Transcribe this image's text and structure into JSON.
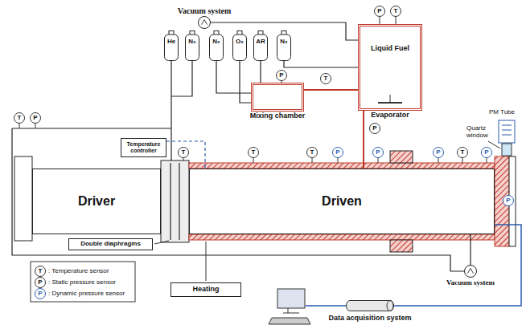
{
  "diagram": {
    "nodes": [
      {
        "text": [
          "Vacuum system"
        ]
      },
      {
        "text": [
          "He"
        ]
      },
      {
        "text": [
          "N₂"
        ]
      },
      {
        "text": [
          "N₂"
        ]
      },
      {
        "text": [
          "O₂"
        ]
      },
      {
        "text": [
          "AR"
        ]
      },
      {
        "text": [
          "N₂"
        ]
      },
      {
        "text": [
          "Mixing chamber"
        ]
      },
      {
        "text": [
          "Liquid Fuel",
          "Evaporator"
        ]
      },
      {
        "text": [
          "Temperature controller"
        ]
      },
      {
        "text": [
          "Driver"
        ]
      },
      {
        "text": [
          "Driven"
        ]
      },
      {
        "text": [
          "Double diaphragms"
        ]
      },
      {
        "text": [
          "Heating"
        ]
      },
      {
        "text": [
          "Data acquisition system"
        ]
      },
      {
        "text": [
          "Vacuum system"
        ]
      }
    ],
    "edges": [
      {
        "from": 0,
        "to": 8,
        "arrow": "none"
      },
      {
        "from": 3,
        "to": 7,
        "arrow": "none"
      },
      {
        "from": 4,
        "to": 7,
        "arrow": "none"
      },
      {
        "from": 5,
        "to": 7,
        "arrow": "none"
      },
      {
        "from": 6,
        "to": 8,
        "arrow": "none"
      },
      {
        "from": 7,
        "to": 8,
        "arrow": "none"
      },
      {
        "from": 8,
        "to": 11,
        "arrow": "none"
      },
      {
        "from": 9,
        "to": 11,
        "arrow": "none"
      },
      {
        "from": 11,
        "to": 14,
        "arrow": "none"
      },
      {
        "from": 15,
        "to": 11,
        "arrow": "none"
      }
    ],
    "labels": [
      "T",
      "P",
      "P",
      "T",
      "P",
      "T",
      "P",
      "T",
      "T",
      "T",
      "P",
      "P",
      "P",
      "T",
      "P",
      "P",
      "PM Tube",
      "Quartz window",
      "T",
      "P",
      "P"
    ],
    "legend": [
      {
        "text": ": Temperature sensor"
      },
      {
        "text": ": Static pressure sensor"
      },
      {
        "text": ": Dynamic pressure sensor"
      }
    ]
  }
}
